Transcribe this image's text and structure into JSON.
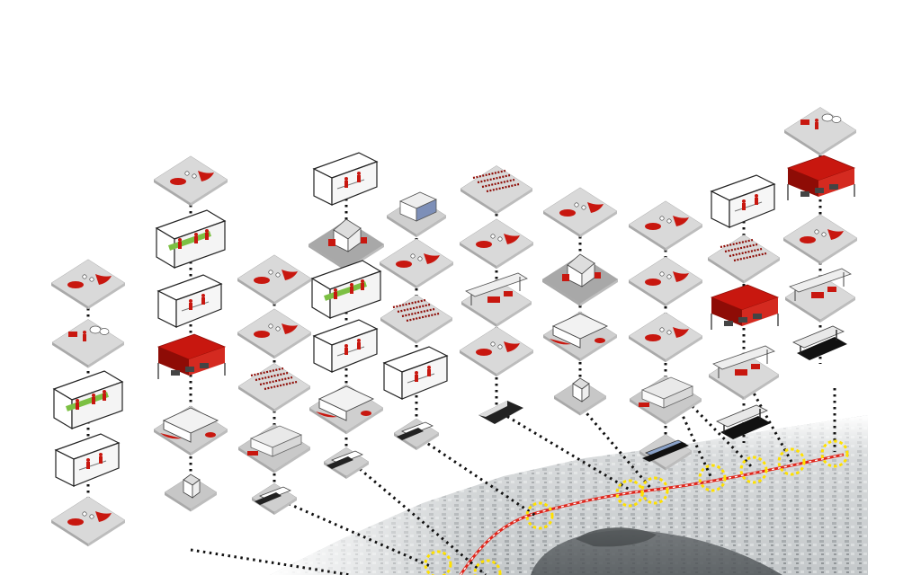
{
  "colors": {
    "accent_red": "#c8170f",
    "dark_red": "#8e0c06",
    "tile": "#d9d9d9",
    "tile_dark": "#b9b9b9",
    "line": "#222222",
    "station_ring": "#ffe100",
    "route": "#e0261c",
    "map_base": "#b7bcbf"
  },
  "diagram": {
    "columns": [
      {
        "id": "col-1",
        "stations": [
          "plaza",
          "pavilion",
          "meeting-room",
          "workshop",
          "plaza"
        ]
      },
      {
        "id": "col-2",
        "stations": [
          "plaza",
          "meeting-room",
          "workshop",
          "canopy-red",
          "market-hall",
          "kiosk"
        ]
      },
      {
        "id": "col-3",
        "stations": [
          "plaza",
          "plaza",
          "seating",
          "warehouse",
          "tram"
        ]
      },
      {
        "id": "col-4",
        "stations": [
          "workshop",
          "house",
          "meeting-room",
          "workshop",
          "market-hall",
          "tram"
        ]
      },
      {
        "id": "col-5",
        "stations": [
          "box",
          "plaza",
          "seating",
          "workshop",
          "tram"
        ]
      },
      {
        "id": "col-6",
        "stations": [
          "seating",
          "plaza",
          "canopy",
          "plaza",
          "tunnel"
        ]
      },
      {
        "id": "col-7",
        "stations": [
          "plaza",
          "house",
          "market-hall",
          "kiosk"
        ]
      },
      {
        "id": "col-8",
        "stations": [
          "plaza",
          "plaza",
          "plaza",
          "warehouse",
          "tram-blue"
        ]
      },
      {
        "id": "col-9",
        "stations": [
          "workshop",
          "seating",
          "canopy-red",
          "canopy",
          "platform"
        ]
      },
      {
        "id": "col-10",
        "stations": [
          "pavilion",
          "canopy-red",
          "plaza",
          "canopy",
          "platform"
        ]
      }
    ],
    "station_count": 12
  }
}
